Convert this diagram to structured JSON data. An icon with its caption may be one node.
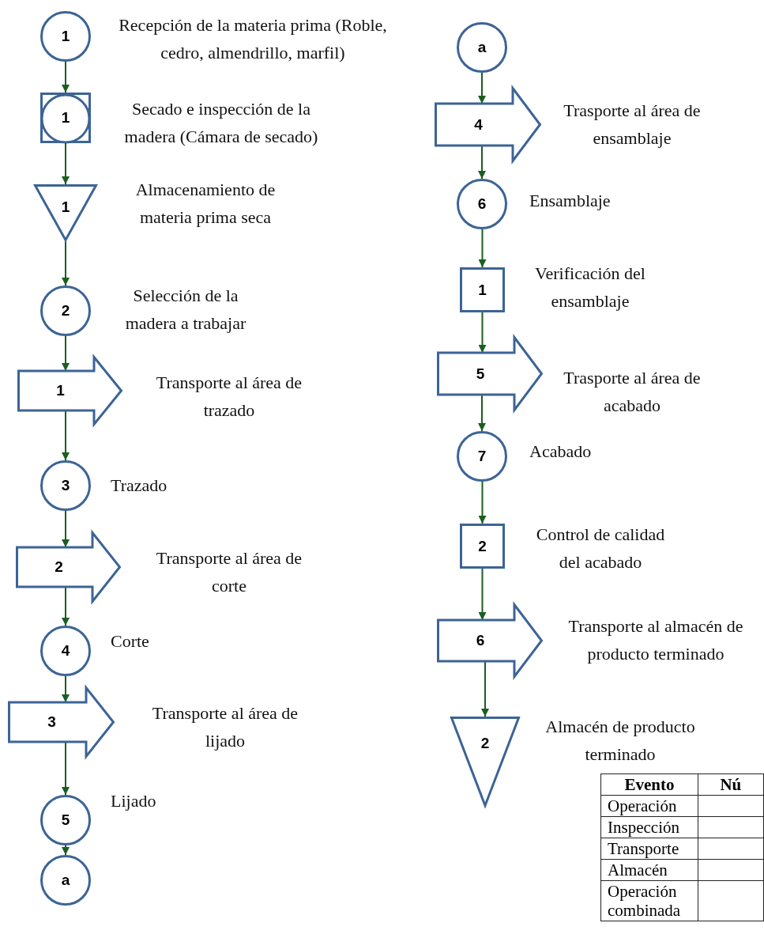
{
  "diagram": {
    "nodes": [
      {
        "text": [
          "1"
        ],
        "beside": [
          "Recepción de la materia prima (Roble, cedro, almendrillo, marfil)"
        ]
      },
      {
        "text": [
          "1"
        ],
        "beside": [
          "Secado e inspección de la madera (Cámara de secado)"
        ]
      },
      {
        "text": [
          "1"
        ],
        "beside": [
          "Almacenamiento de materia prima seca"
        ]
      },
      {
        "text": [
          "2"
        ],
        "beside": [
          "Selección de la madera a trabajar"
        ]
      },
      {
        "text": [
          "1"
        ],
        "beside": [
          "Transporte al área de trazado"
        ]
      },
      {
        "text": [
          "3"
        ],
        "beside": [
          "Trazado"
        ]
      },
      {
        "text": [
          "2"
        ],
        "beside": [
          "Transporte al área de corte"
        ]
      },
      {
        "text": [
          "4"
        ],
        "beside": [
          "Corte"
        ]
      },
      {
        "text": [
          "3"
        ],
        "beside": [
          "Transporte al área de lijado"
        ]
      },
      {
        "text": [
          "5"
        ],
        "beside": [
          "Lijado"
        ]
      },
      {
        "text": [
          "a"
        ]
      },
      {
        "text": [
          "a"
        ]
      },
      {
        "text": [
          "4"
        ],
        "beside": [
          "Trasporte al área de ensamblaje"
        ]
      },
      {
        "text": [
          "6"
        ],
        "beside": [
          "Ensamblaje"
        ]
      },
      {
        "text": [
          "1"
        ],
        "beside": [
          "Verificación del ensamblaje"
        ]
      },
      {
        "text": [
          "5"
        ],
        "beside": [
          "Trasporte al área de acabado"
        ]
      },
      {
        "text": [
          "7"
        ],
        "beside": [
          "Acabado"
        ]
      },
      {
        "text": [
          "2"
        ],
        "beside": [
          "Control de calidad del acabado"
        ]
      },
      {
        "text": [
          "6"
        ],
        "beside": [
          "Transporte al almacén de producto terminado"
        ]
      },
      {
        "text": [
          "2"
        ],
        "beside": [
          "Almacén de producto terminado"
        ]
      }
    ],
    "edges": [
      {
        "from": 0,
        "to": 1,
        "arrow": "to"
      },
      {
        "from": 1,
        "to": 2,
        "arrow": "to"
      },
      {
        "from": 2,
        "to": 3,
        "arrow": "to"
      },
      {
        "from": 3,
        "to": 4,
        "arrow": "to"
      },
      {
        "from": 4,
        "to": 5,
        "arrow": "to"
      },
      {
        "from": 5,
        "to": 6,
        "arrow": "to"
      },
      {
        "from": 6,
        "to": 7,
        "arrow": "to"
      },
      {
        "from": 7,
        "to": 8,
        "arrow": "to"
      },
      {
        "from": 8,
        "to": 9,
        "arrow": "to"
      },
      {
        "from": 9,
        "to": 10,
        "arrow": "to"
      },
      {
        "from": 11,
        "to": 12,
        "arrow": "to"
      },
      {
        "from": 12,
        "to": 13,
        "arrow": "to"
      },
      {
        "from": 13,
        "to": 14,
        "arrow": "to"
      },
      {
        "from": 14,
        "to": 15,
        "arrow": "to"
      },
      {
        "from": 15,
        "to": 16,
        "arrow": "to"
      },
      {
        "from": 16,
        "to": 17,
        "arrow": "to"
      },
      {
        "from": 17,
        "to": 18,
        "arrow": "to"
      },
      {
        "from": 18,
        "to": 19,
        "arrow": "to"
      }
    ],
    "labels": [
      "Evento",
      "Nú",
      "Operación",
      "Inspección",
      "Transporte",
      "Almacén",
      "Operación combinada"
    ]
  }
}
